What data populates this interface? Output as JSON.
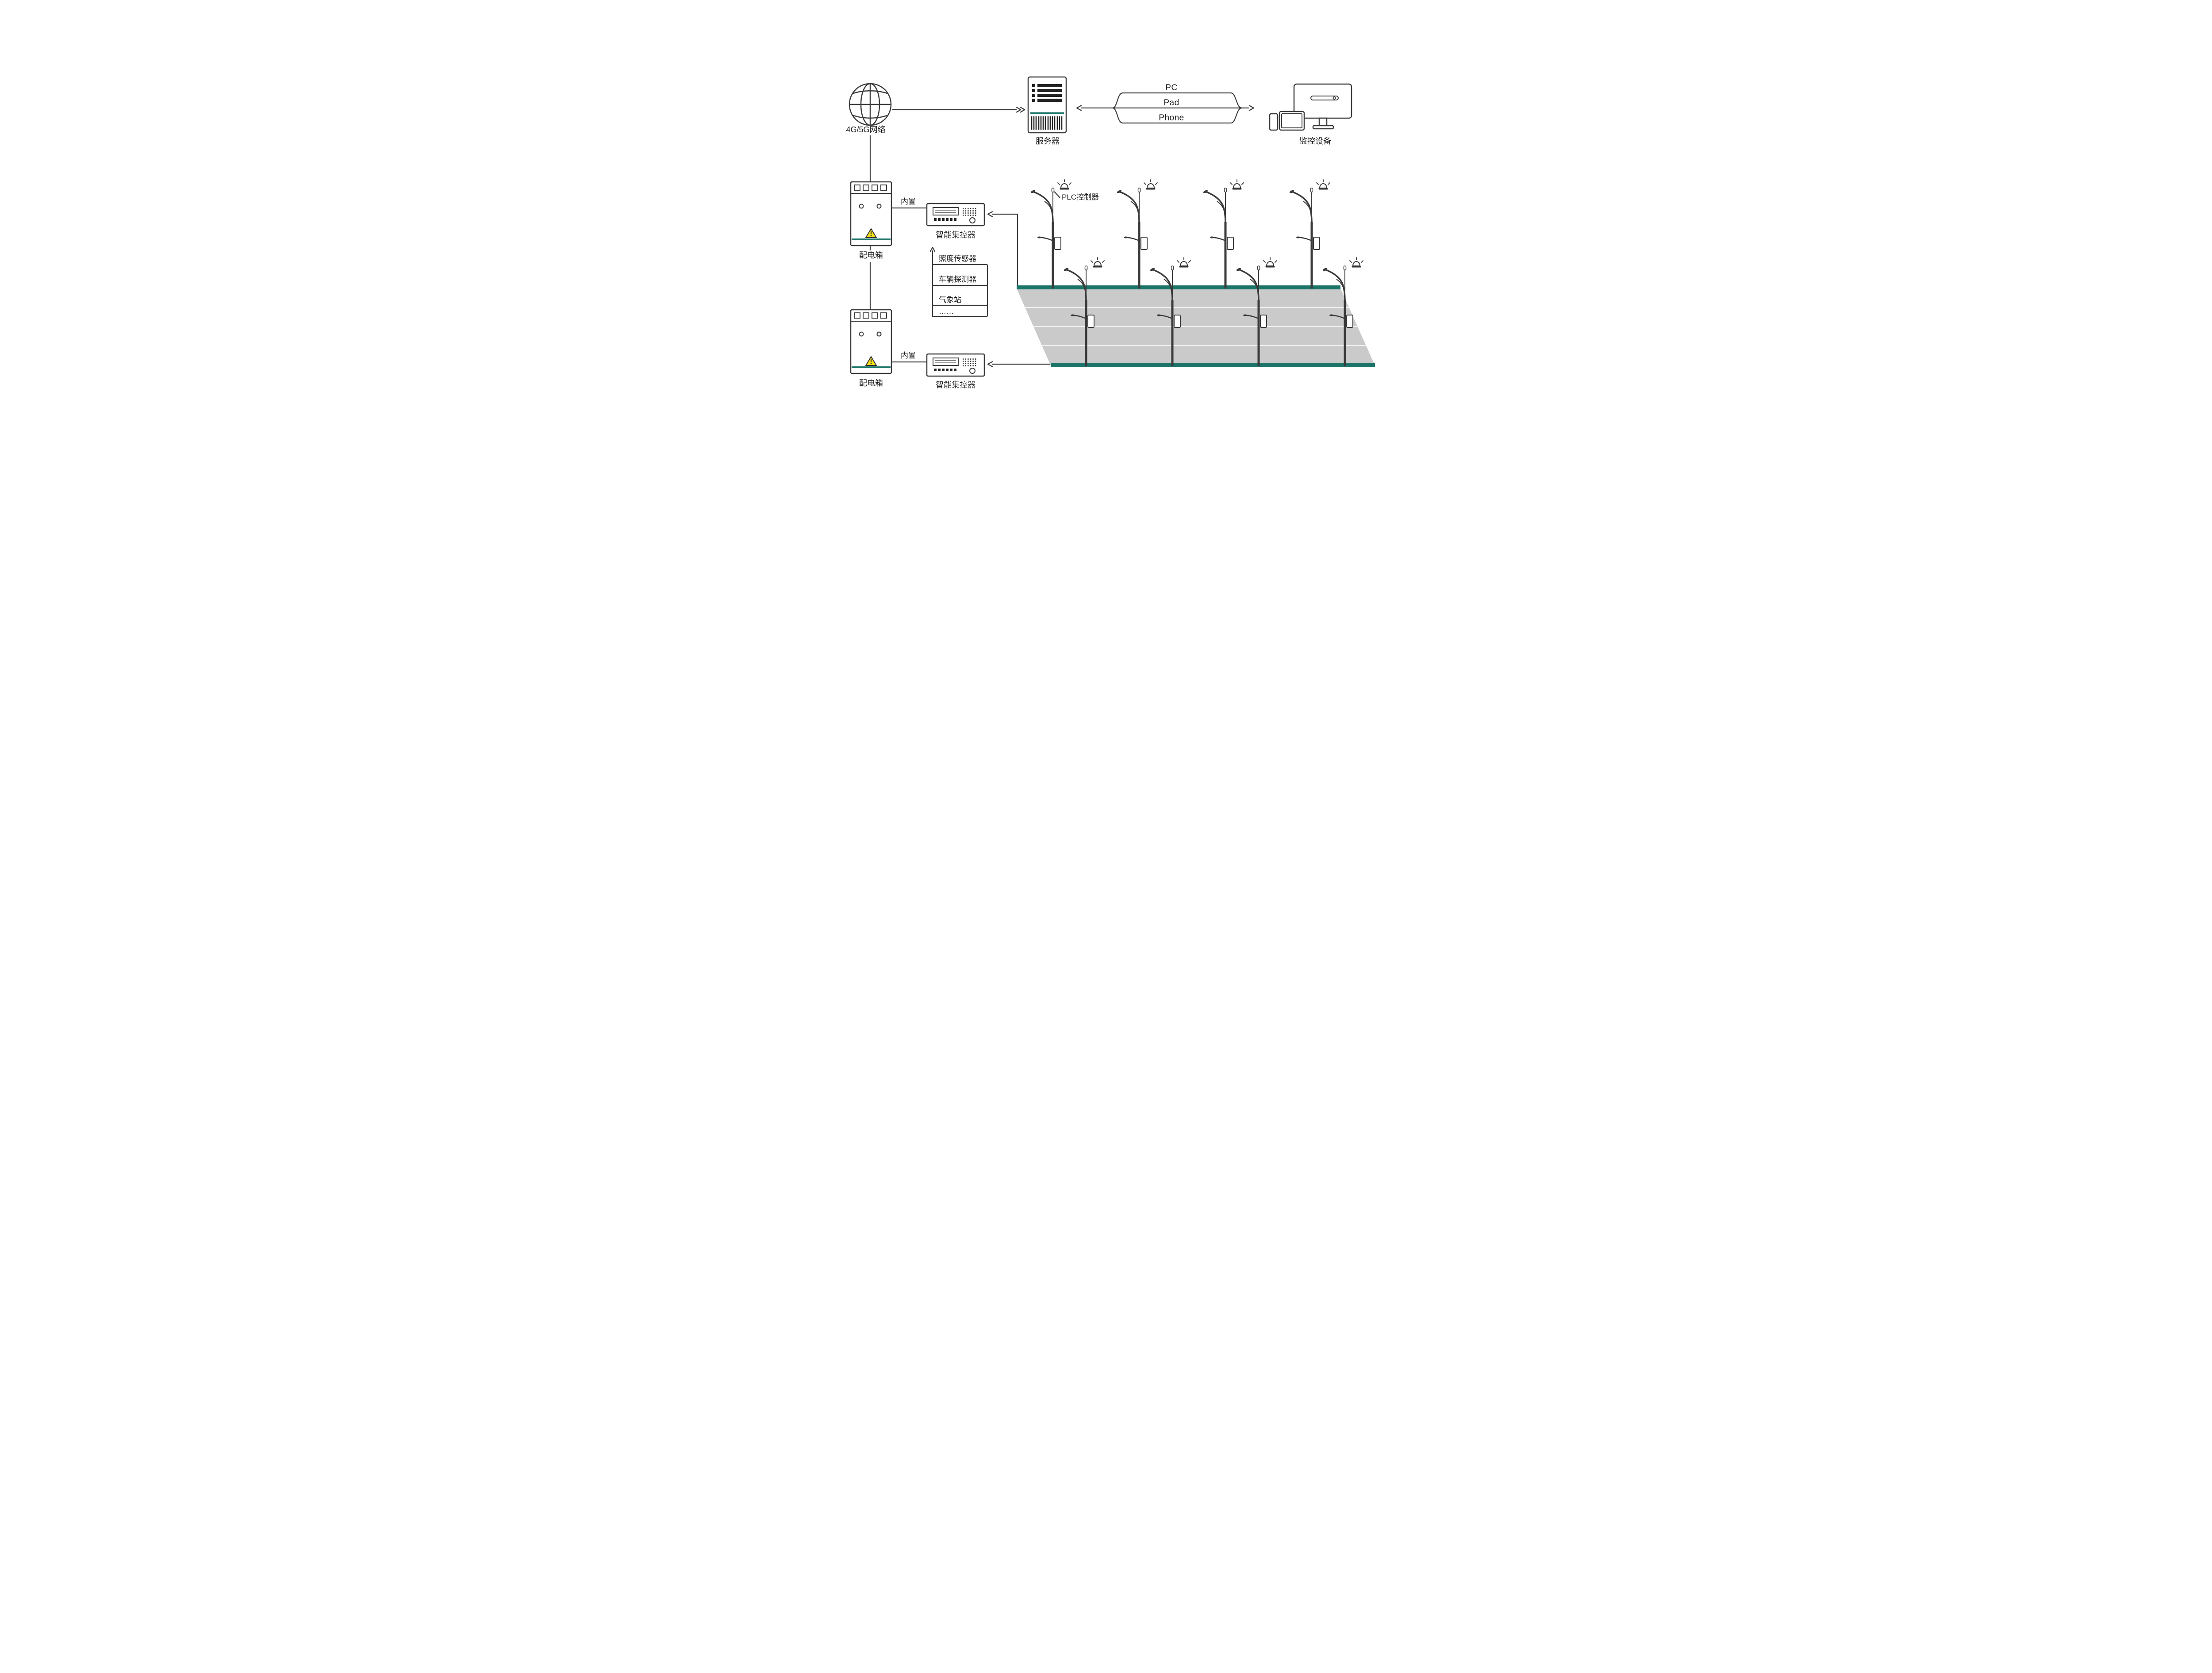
{
  "colors": {
    "teal": "#1a7468",
    "road_gray": "#cacaca",
    "lane_line": "#f0f0f0",
    "warning_yellow": "#f6e018",
    "stroke_dark": "#3a3a3a"
  },
  "network": {
    "label": "4G/5G网络"
  },
  "server": {
    "label": "服务器"
  },
  "client_links": {
    "pc": "PC",
    "pad": "Pad",
    "phone": "Phone"
  },
  "monitor": {
    "label": "监控设备"
  },
  "power_box_top": {
    "label": "配电箱"
  },
  "power_box_bottom": {
    "label": "配电箱"
  },
  "builtin_top": {
    "label": "内置"
  },
  "builtin_bottom": {
    "label": "内置"
  },
  "controller_top": {
    "label": "智能集控器"
  },
  "controller_bottom": {
    "label": "智能集控器"
  },
  "sensors": {
    "items": [
      "照度传感器",
      "车辆探测器",
      "气象站",
      "……"
    ]
  },
  "plc": {
    "label": "PLC控制器"
  }
}
